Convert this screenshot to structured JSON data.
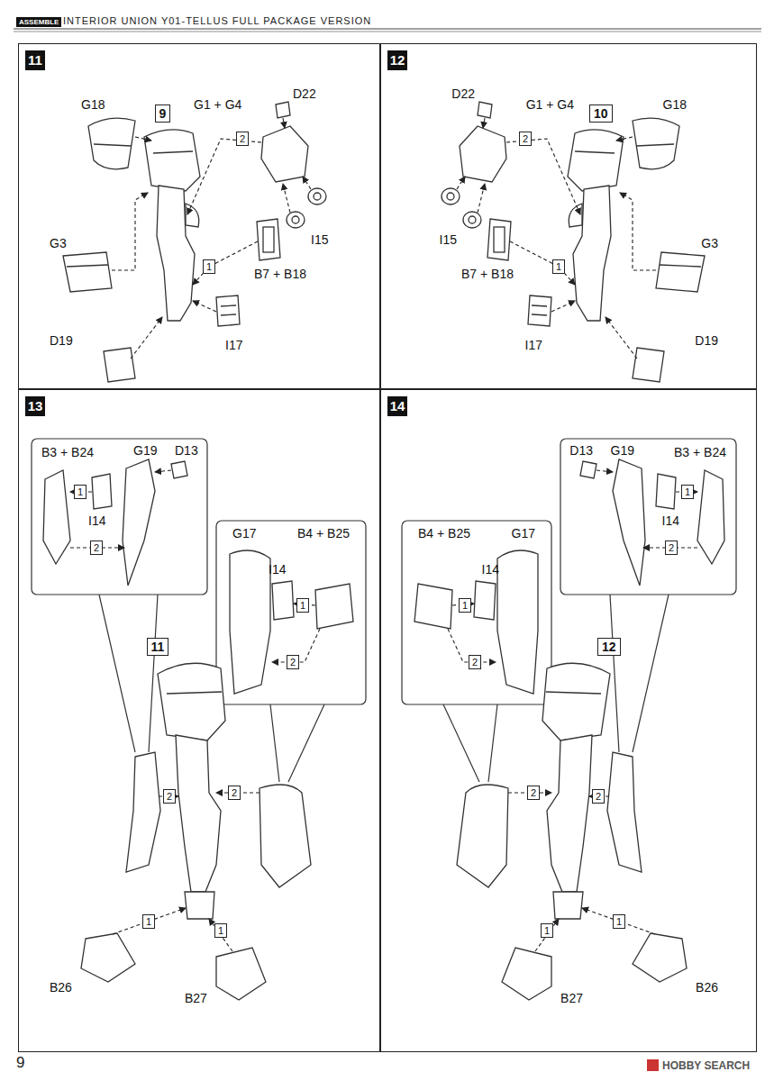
{
  "diagram": {
    "title": "INTERIOR UNION Y01-TELLUS FULL PACKAGE VERSION",
    "nodes": [
      {
        "text": [
          "11"
        ]
      },
      {
        "text": [
          "9"
        ],
        "in": 0
      },
      {
        "text": [
          "12"
        ]
      },
      {
        "text": [
          "10"
        ],
        "in": 2
      },
      {
        "text": [
          "13"
        ]
      },
      {
        "text": [
          "11"
        ],
        "in": 4
      },
      {
        "text": [
          "14"
        ]
      },
      {
        "text": [
          "12"
        ],
        "in": 6
      }
    ],
    "labels": [
      "ASSEMBLE",
      "G18",
      "G1 + G4",
      "D22",
      "2",
      "G3",
      "I15",
      "B7 + B18",
      "1",
      "D19",
      "I17",
      "D22",
      "G1 + G4",
      "2",
      "G18",
      "I15",
      "B7 + B18",
      "1",
      "G3",
      "I17",
      "D19",
      "B3 + B24",
      "G19",
      "D13",
      "1",
      "I14",
      "2",
      "G17",
      "B4 + B25",
      "I14",
      "1",
      "2",
      "2",
      "2",
      "1",
      "1",
      "B26",
      "B27",
      "B4 + B25",
      "G17",
      "I14",
      "1",
      "2",
      "G19",
      "D13",
      "B3 + B24",
      "1",
      "I14",
      "2",
      "2",
      "2",
      "1",
      "1",
      "B26",
      "B27",
      "9",
      "HOBBY SEARCH"
    ]
  }
}
